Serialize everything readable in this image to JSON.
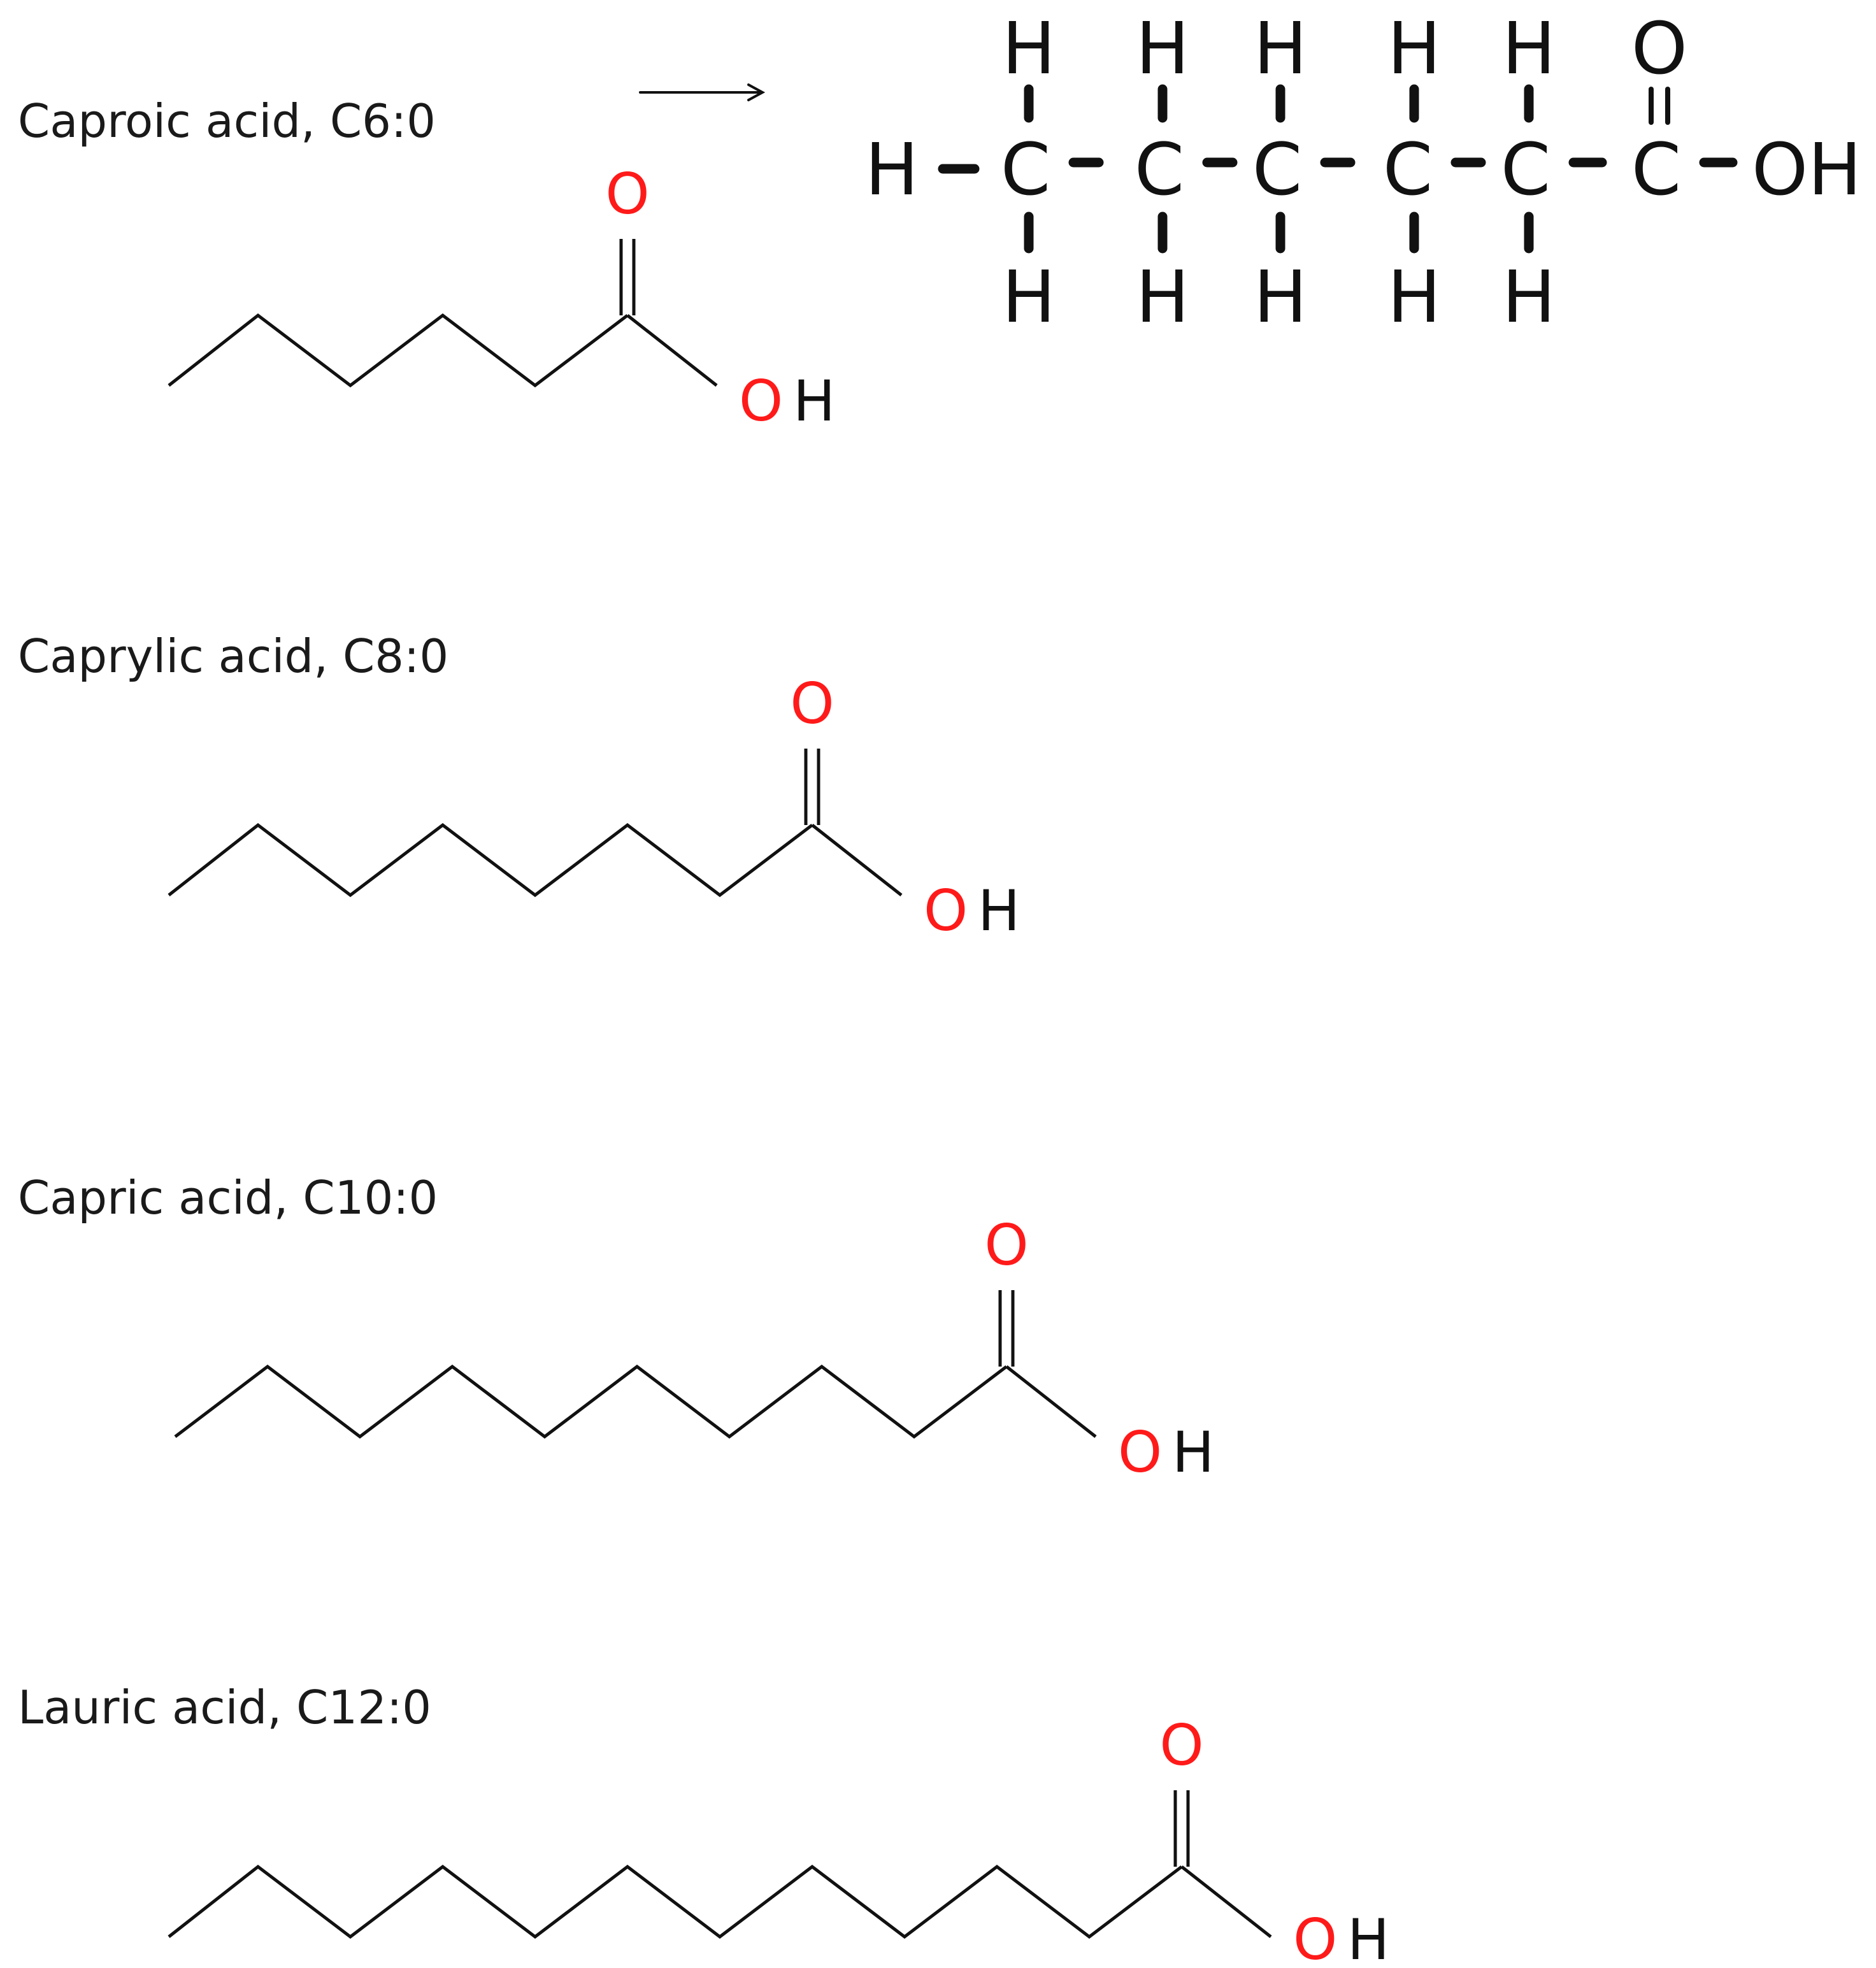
{
  "acids": [
    {
      "name": "Caproic acid, C6:0",
      "carbons": 6
    },
    {
      "name": "Caprylic acid, C8:0",
      "carbons": 8
    },
    {
      "name": "Capric acid, C10:0",
      "carbons": 10
    },
    {
      "name": "Lauric acid, C12:0",
      "carbons": 12
    }
  ],
  "atoms": {
    "oxygen": "O",
    "hydrogen": "H",
    "hydroxyl": "OH",
    "carbon": "C"
  },
  "colors": {
    "oxygen": "#ff1a1a",
    "bonds": "#111111",
    "text": "#1a1a1a"
  },
  "expanded_structure": {
    "acid": "Caproic acid, C6:0",
    "carbons": [
      "C",
      "C",
      "C",
      "C",
      "C",
      "C"
    ],
    "terminal_left": "H",
    "terminal_right": "OH",
    "carbonyl_oxygen": "O"
  }
}
